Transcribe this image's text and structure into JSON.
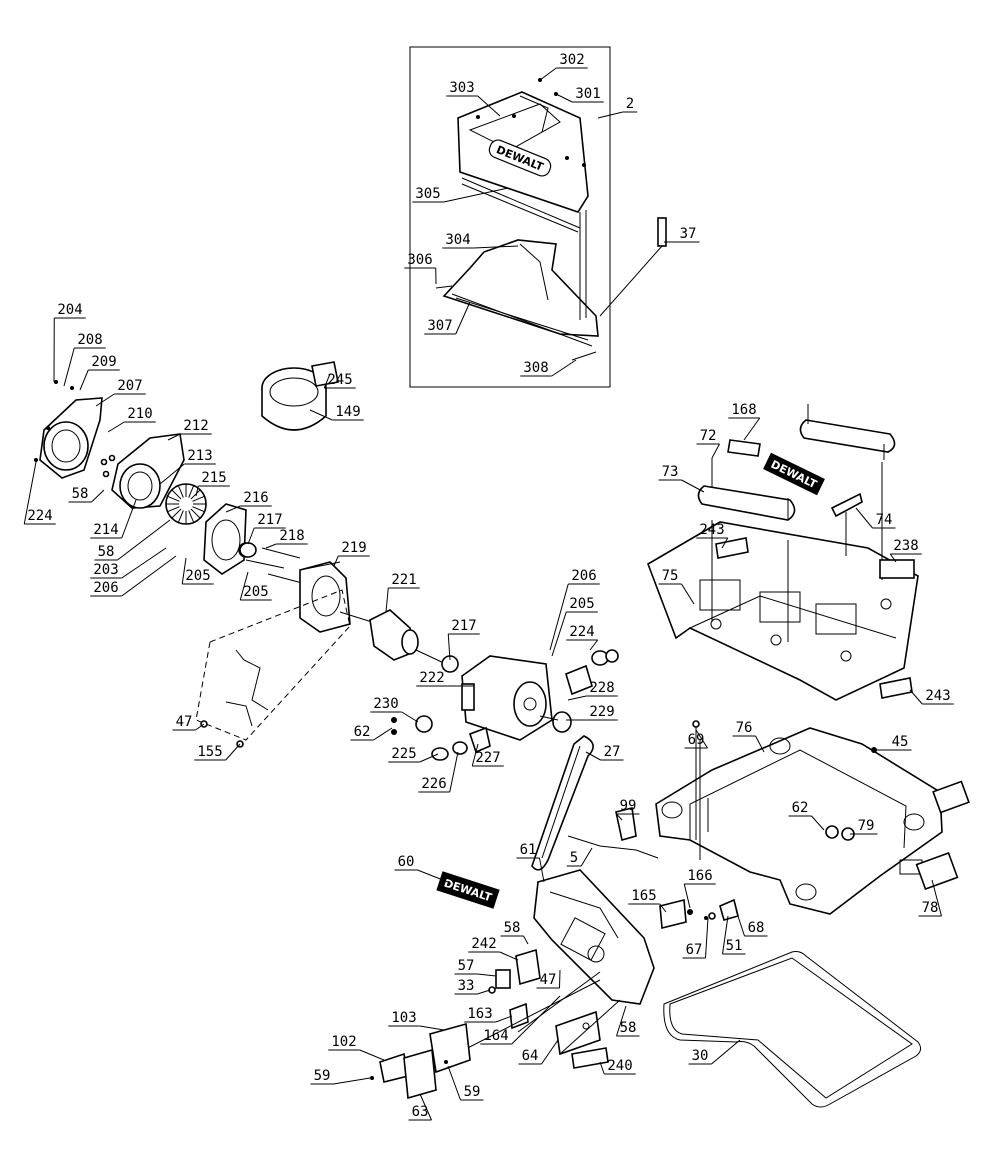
{
  "brand": "DEWALT",
  "colors": {
    "line": "#000000",
    "background": "#ffffff"
  },
  "labels": {
    "l2": "2",
    "l5": "5",
    "l27": "27",
    "l30": "30",
    "l33": "33",
    "l37": "37",
    "l45": "45",
    "l47a": "47",
    "l47b": "47",
    "l51": "51",
    "l57": "57",
    "l58a": "58",
    "l58b": "58",
    "l58c": "58",
    "l58d": "58",
    "l59a": "59",
    "l59b": "59",
    "l60": "60",
    "l61": "61",
    "l62a": "62",
    "l62b": "62",
    "l63": "63",
    "l64": "64",
    "l67": "67",
    "l68": "68",
    "l69": "69",
    "l72": "72",
    "l73": "73",
    "l74": "74",
    "l75": "75",
    "l76": "76",
    "l78": "78",
    "l79": "79",
    "l99": "99",
    "l102": "102",
    "l103": "103",
    "l149": "149",
    "l155": "155",
    "l163": "163",
    "l164": "164",
    "l165": "165",
    "l166": "166",
    "l168": "168",
    "l203": "203",
    "l204": "204",
    "l205a": "205",
    "l205b": "205",
    "l205c": "205",
    "l206a": "206",
    "l206b": "206",
    "l207": "207",
    "l208": "208",
    "l209": "209",
    "l210": "210",
    "l212": "212",
    "l213": "213",
    "l214": "214",
    "l215": "215",
    "l216": "216",
    "l217a": "217",
    "l217b": "217",
    "l218": "218",
    "l219": "219",
    "l221": "221",
    "l222": "222",
    "l224a": "224",
    "l224b": "224",
    "l225": "225",
    "l226": "226",
    "l227": "227",
    "l228": "228",
    "l229": "229",
    "l230": "230",
    "l238": "238",
    "l240": "240",
    "l242": "242",
    "l243a": "243",
    "l243b": "243",
    "l245": "245",
    "l301": "301",
    "l302": "302",
    "l303": "303",
    "l304": "304",
    "l305": "305",
    "l306": "306",
    "l307": "307",
    "l308": "308"
  }
}
